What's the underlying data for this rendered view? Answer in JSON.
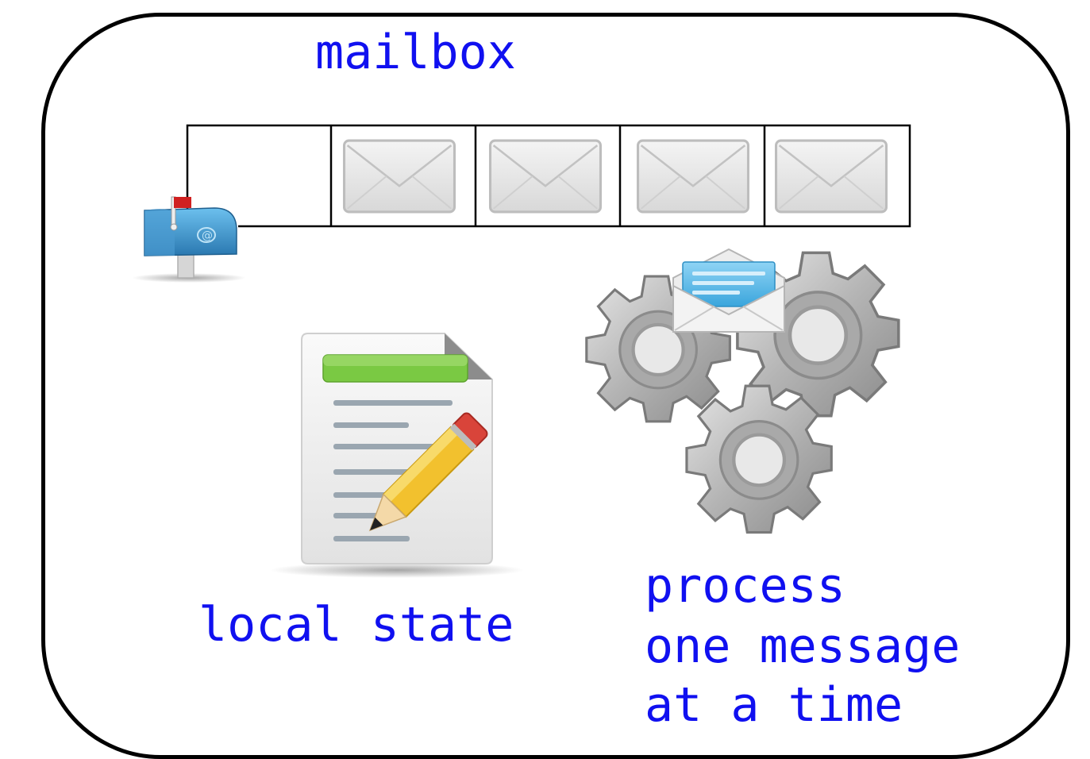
{
  "diagram": {
    "mailbox_title": "mailbox",
    "local_state_label": "local state",
    "process_label_lines": [
      "process",
      "one message",
      "at a time"
    ]
  },
  "queue": {
    "slots": [
      "empty",
      "envelope",
      "envelope",
      "envelope",
      "envelope"
    ]
  },
  "icons": {
    "mailbox": "mailbox-icon",
    "envelope": "envelope-icon",
    "document": "document-edit-icon",
    "gears": "gears-icon",
    "open_envelope": "open-envelope-icon"
  },
  "colors": {
    "text": "#1010f0",
    "border": "#000000",
    "mailbox_blue": "#3a8fc8",
    "flag_red": "#d02020",
    "document_header": "#7ac943",
    "pencil_yellow": "#f2c12e"
  }
}
